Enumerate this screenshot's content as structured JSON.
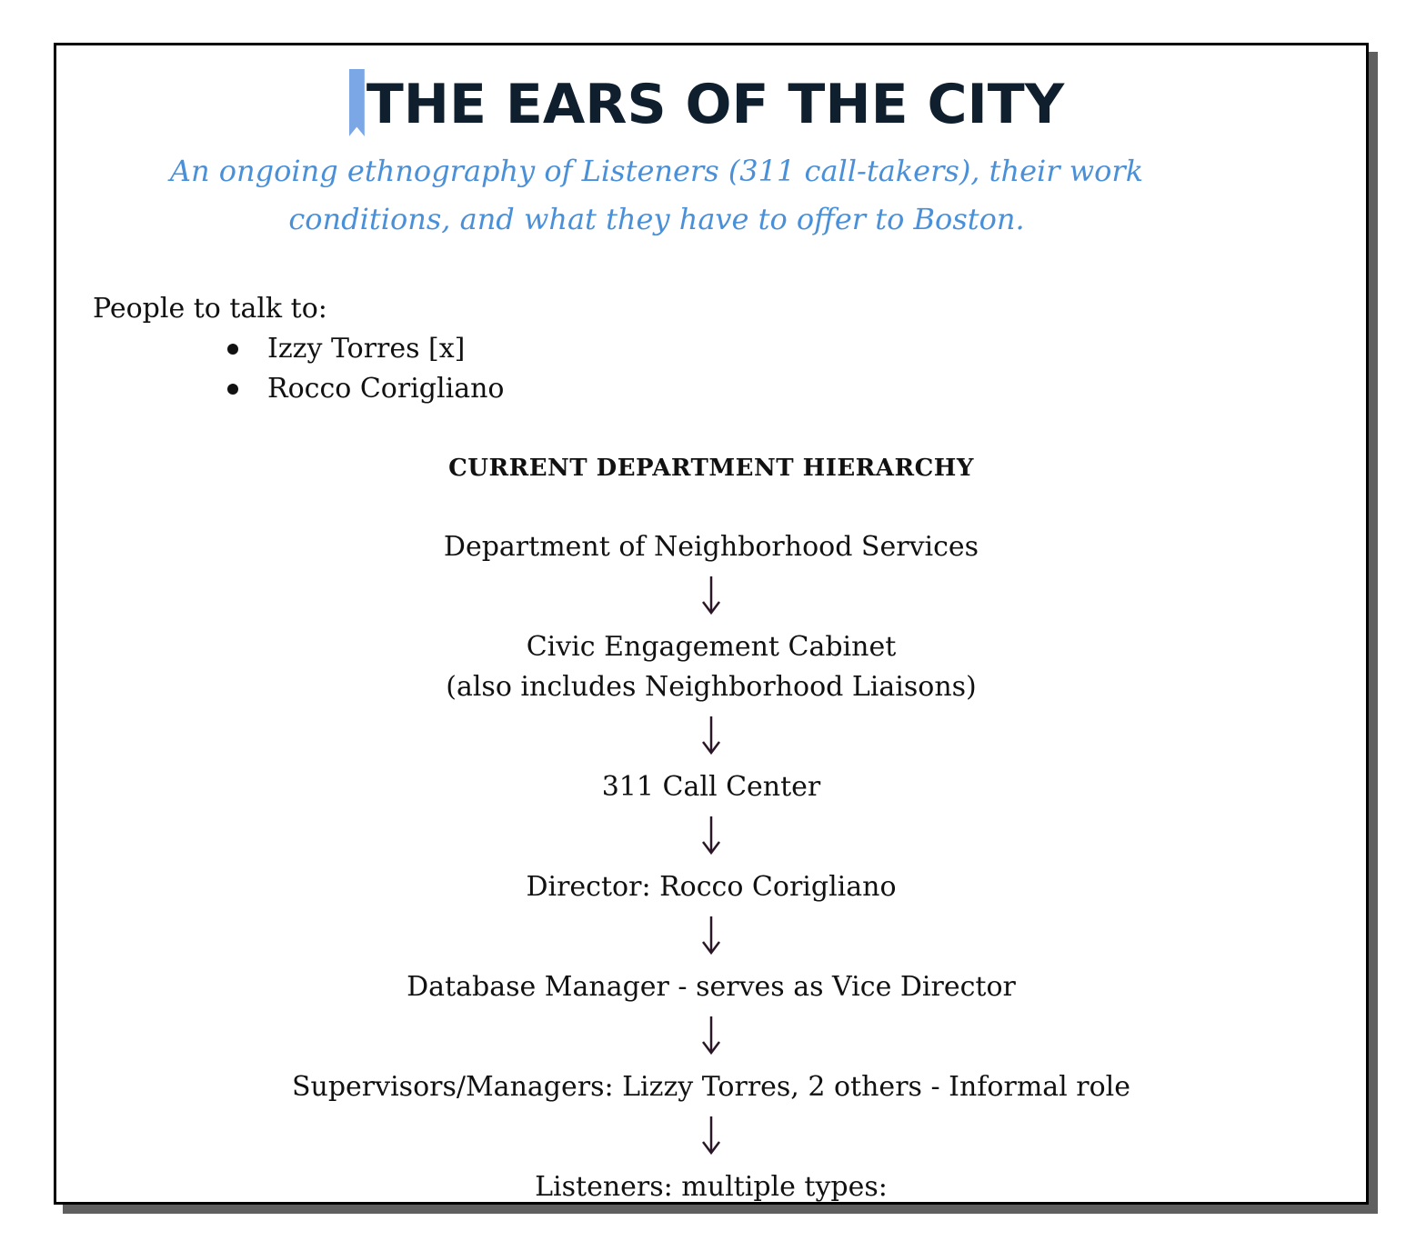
{
  "header": {
    "title": "THE EARS OF THE CITY",
    "subtitle": "An ongoing ethnography of Listeners (311 call-takers), their work conditions, and what they have to offer to Boston."
  },
  "people": {
    "label": "People to talk to:",
    "items": [
      "Izzy Torres [x]",
      "Rocco Corigliano"
    ]
  },
  "hierarchy": {
    "heading": "CURRENT DEPARTMENT HIERARCHY",
    "levels": [
      {
        "line1": "Department of Neighborhood Services",
        "line2": ""
      },
      {
        "line1": "Civic Engagement Cabinet",
        "line2": "(also includes Neighborhood Liaisons)"
      },
      {
        "line1": "311 Call Center",
        "line2": ""
      },
      {
        "line1": "Director: Rocco Corigliano",
        "line2": ""
      },
      {
        "line1": "Database Manager - serves as Vice Director",
        "line2": ""
      },
      {
        "line1": "Supervisors/Managers: Lizzy Torres, 2 others - Informal role",
        "line2": ""
      },
      {
        "line1": "Listeners: multiple types:",
        "line2": ""
      }
    ]
  },
  "colors": {
    "title": "#0f1f2e",
    "subtitle": "#4a90d9",
    "bookmark": "#7ba7e6",
    "arrow": "#2b1627"
  },
  "icons": {
    "bookmark": "bookmark-icon",
    "arrow": "arrow-down-icon",
    "bullet": "bullet-dot-icon"
  }
}
